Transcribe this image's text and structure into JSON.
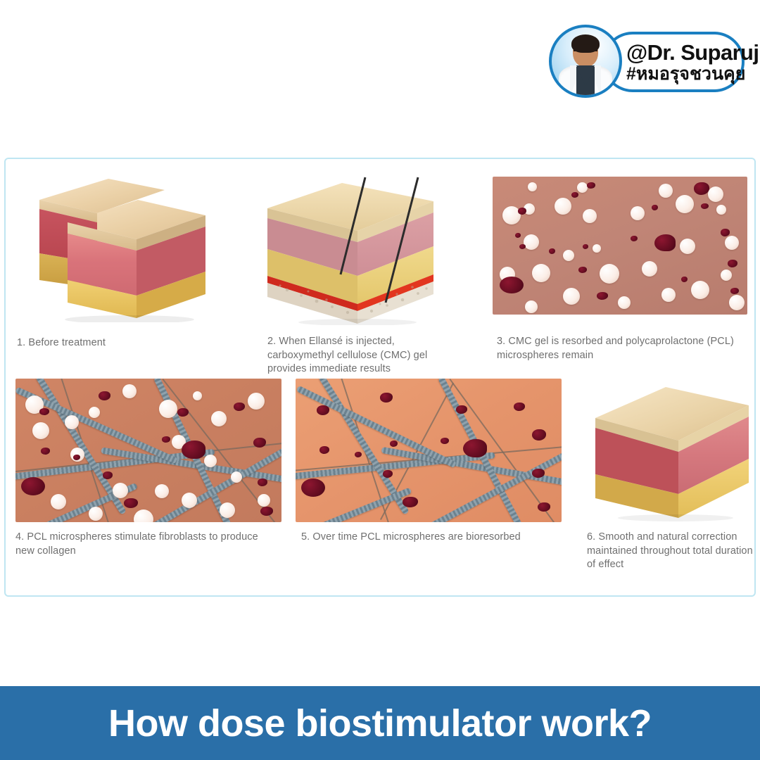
{
  "brand": {
    "handle": "@Dr. Suparuj",
    "hashtag": "#หมอรุจชวนคุย",
    "avatar_icon": "doctor-portrait-icon",
    "ring_color": "#1a7fc1"
  },
  "card": {
    "border_color": "#bfe6f2",
    "background": "#ffffff"
  },
  "steps": [
    {
      "number": "1",
      "caption": "1. Before treatment",
      "figure": "skin-cross-section-stepped-icon"
    },
    {
      "number": "2",
      "caption": "2. When Ellansé is injected, carboxymethyl cellulose (CMC) gel provides immediate results",
      "figure": "skin-cross-section-with-needles-icon"
    },
    {
      "number": "3",
      "caption": "3. CMC gel is resorbed and polycaprolactone (PCL) microspheres remain",
      "figure": "microspheres-field-icon"
    },
    {
      "number": "4",
      "caption": "4. PCL microspheres stimulate fibroblasts to produce new collagen",
      "figure": "collagen-fibers-with-microspheres-icon"
    },
    {
      "number": "5",
      "caption": "5. Over time PCL microspheres are bioresorbed",
      "figure": "collagen-fibers-only-icon"
    },
    {
      "number": "6",
      "caption": "6. Smooth and natural correction maintained throughout total duration of effect",
      "figure": "skin-cross-section-smooth-icon"
    }
  ],
  "banner": {
    "title": "How dose biostimulator work?",
    "background_color": "#2a6fa8",
    "text_color": "#ffffff"
  }
}
